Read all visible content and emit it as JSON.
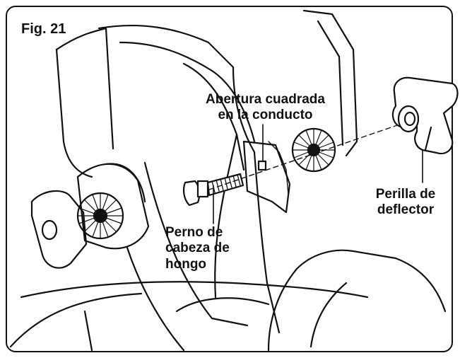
{
  "figure_label": "Fig. 21",
  "callouts": {
    "square_opening": "Abertura cuadrada\nen la conducto",
    "deflector_knob": "Perilla de\ndeflector",
    "carriage_bolt": "Perno de\ncabeza de\nhongo"
  }
}
